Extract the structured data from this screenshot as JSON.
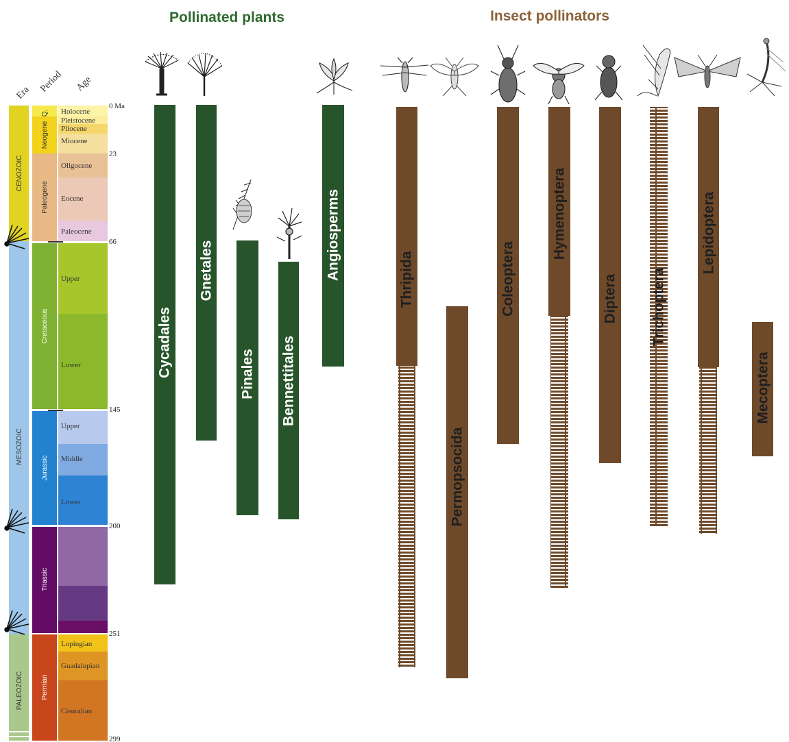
{
  "headers": {
    "plants": "Pollinated plants",
    "insects": "Insect pollinators"
  },
  "columns": {
    "era": "Era",
    "period": "Period",
    "age": "Age"
  },
  "ma_ticks": [
    "0 Ma",
    "23",
    "66",
    "145",
    "200",
    "251",
    "299"
  ],
  "eras": [
    {
      "label": "CENOZOIC",
      "color": "#e2d322"
    },
    {
      "label": "MESOZOIC",
      "color": "#9ec6ea"
    },
    {
      "label": "PALEOZOIC",
      "color": "#aac88b"
    }
  ],
  "periods": [
    {
      "label": "Q.",
      "color": "#f6e94c"
    },
    {
      "label": "Neogene",
      "color": "#f2d21b"
    },
    {
      "label": "Paleogene",
      "color": "#e9b985"
    },
    {
      "label": "Cretaceous",
      "color": "#7fb132"
    },
    {
      "label": "Jurassic",
      "color": "#2382cf"
    },
    {
      "label": "Triassic",
      "color": "#620c66"
    },
    {
      "label": "Permian",
      "color": "#c9461d"
    }
  ],
  "ages": [
    {
      "label": "Holocene",
      "color": "#fdf4a7"
    },
    {
      "label": "Pleistocene",
      "color": "#fcec9b"
    },
    {
      "label": "Pliocene",
      "color": "#f5d66a"
    },
    {
      "label": "Miocene",
      "color": "#f4df9e"
    },
    {
      "label": "Oligocene",
      "color": "#e9c196"
    },
    {
      "label": "Eocene",
      "color": "#ecc8b6"
    },
    {
      "label": "Paleocene",
      "color": "#e7c8df"
    },
    {
      "label": "Upper",
      "color": "#a7c62c"
    },
    {
      "label": "Lower",
      "color": "#8bb92b"
    },
    {
      "label": "Upper",
      "color": "#b7c9ec"
    },
    {
      "label": "Middle",
      "color": "#7fabe2"
    },
    {
      "label": "Lower",
      "color": "#2f83d4"
    },
    {
      "label": "",
      "color": "#8f68a4"
    },
    {
      "label": "",
      "color": "#663a82"
    },
    {
      "label": "",
      "color": "#6b0f66"
    },
    {
      "label": "Lopingian",
      "color": "#f1c319"
    },
    {
      "label": "Guadalupian",
      "color": "#df9524"
    },
    {
      "label": "Cisuralian",
      "color": "#d27624"
    }
  ],
  "plants": [
    {
      "label": "Cycadales",
      "icon": "cycad-icon",
      "color": "#27542a"
    },
    {
      "label": "Gnetales",
      "icon": "gnetales-icon",
      "color": "#27542a"
    },
    {
      "label": "Pinales",
      "icon": "pine-cone-icon",
      "color": "#27542a"
    },
    {
      "label": "Bennettitales",
      "icon": "bennettitales-icon",
      "color": "#27542a"
    },
    {
      "label": "Angiosperms",
      "icon": "flower-icon",
      "color": "#27542a"
    }
  ],
  "insects": [
    {
      "label": "Thripida",
      "icon": "thrips-icon",
      "color": "#6e4a2b"
    },
    {
      "label": "Permopsocida",
      "icon": "permopsocid-icon",
      "color": "#6e4a2b"
    },
    {
      "label": "Coleoptera",
      "icon": "beetle-icon",
      "color": "#6e4a2b"
    },
    {
      "label": "Hymenoptera",
      "icon": "bee-icon",
      "color": "#6e4a2b"
    },
    {
      "label": "Diptera",
      "icon": "fly-icon",
      "color": "#6e4a2b"
    },
    {
      "label": "Trichoptera",
      "icon": "caddisfly-icon",
      "color": "#6e4a2b"
    },
    {
      "label": "Lepidoptera",
      "icon": "moth-icon",
      "color": "#6e4a2b"
    },
    {
      "label": "Mecoptera",
      "icon": "scorpionfly-icon",
      "color": "#6e4a2b"
    }
  ]
}
